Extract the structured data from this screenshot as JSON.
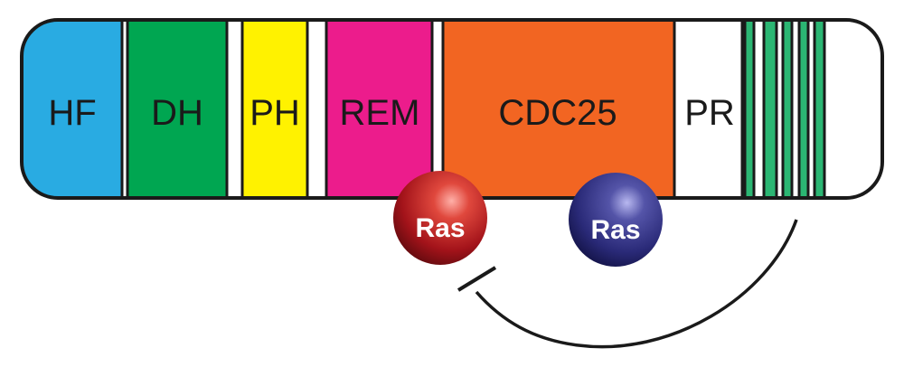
{
  "protein": {
    "outline_color": "#1a1a1a",
    "domains": [
      {
        "id": "hf",
        "label": "HF",
        "color": "#29abe2"
      },
      {
        "id": "dh",
        "label": "DH",
        "color": "#00a651"
      },
      {
        "id": "ph",
        "label": "PH",
        "color": "#fff200"
      },
      {
        "id": "rem",
        "label": "REM",
        "color": "#ec1c8c"
      },
      {
        "id": "cdc25",
        "label": "CDC25",
        "color": "#f26522"
      },
      {
        "id": "pr",
        "label": "PR",
        "color": "#ffffff"
      }
    ],
    "motif_color": "#2bb673"
  },
  "ras": [
    {
      "id": "ras-allosteric",
      "label": "Ras",
      "color": "#c1272d"
    },
    {
      "id": "ras-catalytic",
      "label": "Ras",
      "color": "#2e3192"
    }
  ],
  "inhibition_arc": {
    "color": "#1a1a1a"
  }
}
